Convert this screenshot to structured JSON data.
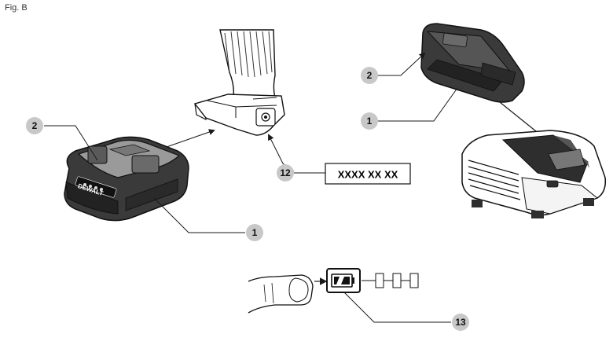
{
  "figure": {
    "label": "Fig. B"
  },
  "callouts": {
    "battery_left_2": "2",
    "battery_left_1": "1",
    "tool_12": "12",
    "code_box": "XXXX XX XX",
    "charger_battery_2": "2",
    "charger_battery_1": "1",
    "fuel_gauge_13": "13"
  },
  "battery": {
    "brand": "DEWALT"
  },
  "colors": {
    "callout_fill": "#c8c8c8",
    "line": "#1a1a1a",
    "battery_body": "#3a3a3a",
    "charger_body": "#2e2e2e"
  }
}
